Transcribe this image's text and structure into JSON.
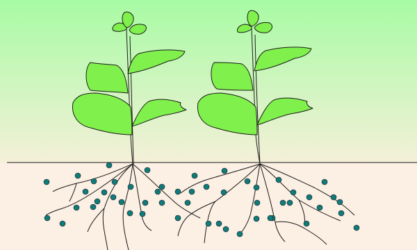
{
  "scene": {
    "colors": {
      "sky_top": "#a7fba4",
      "sky_bottom": "#f4f0d8",
      "soil": "#fcefe3",
      "leaf_fill": "#80f04c",
      "outline": "#1a1a1a",
      "particle": "#117a7a"
    },
    "plants": [
      {
        "name": "plant-left"
      },
      {
        "name": "plant-right"
      }
    ],
    "soil_particle_count": 52
  }
}
